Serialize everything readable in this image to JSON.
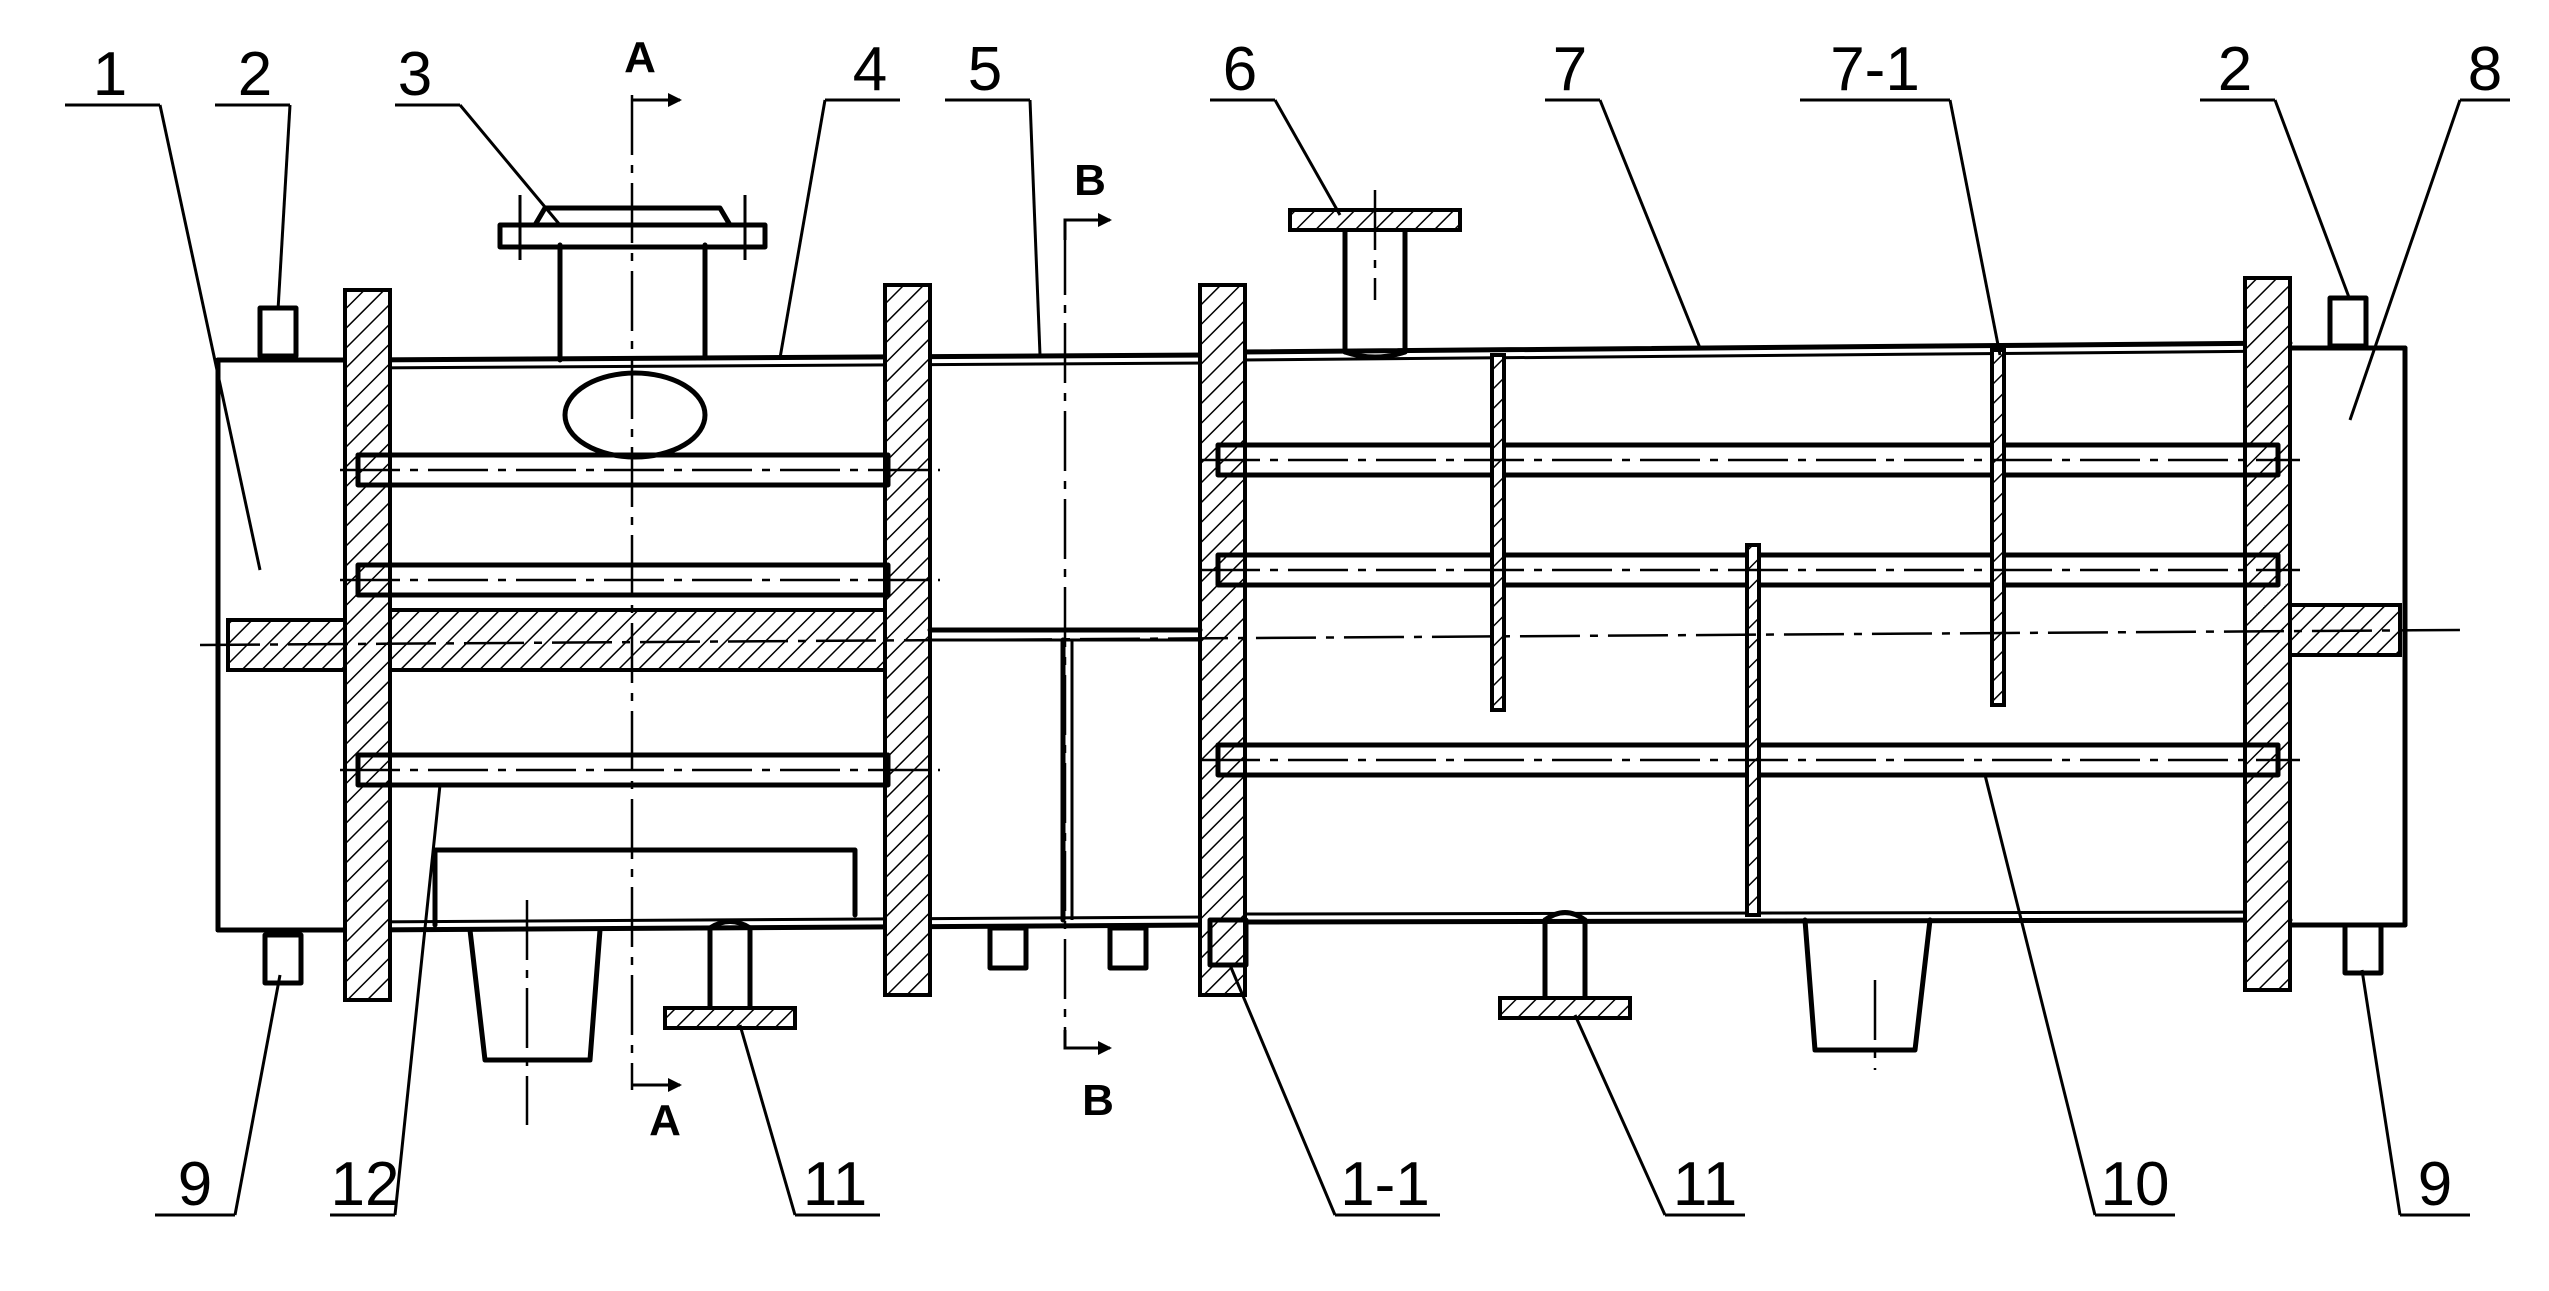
{
  "labels": {
    "l1": "1",
    "l2a": "2",
    "l2b": "2",
    "l3": "3",
    "l4": "4",
    "l5": "5",
    "l6": "6",
    "l7": "7",
    "l7_1": "7-1",
    "l8": "8",
    "l9a": "9",
    "l9b": "9",
    "l10": "10",
    "l11a": "11",
    "l11b": "11",
    "l12": "12",
    "l1_1": "1-1"
  },
  "section_marks": {
    "a_top": "A",
    "a_bottom": "A",
    "b_top": "B",
    "b_bottom": "B"
  }
}
